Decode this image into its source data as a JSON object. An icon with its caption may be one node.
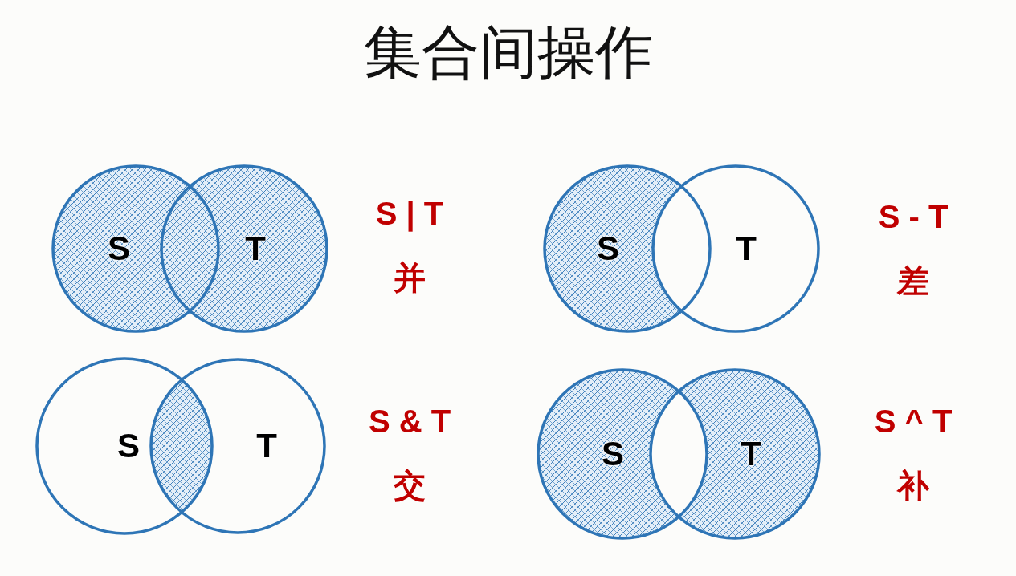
{
  "diagram": {
    "title": "集合间操作",
    "nodes": [
      {
        "text": [
          "S"
        ]
      },
      {
        "text": [
          "T"
        ]
      },
      {
        "text": [
          "S"
        ]
      },
      {
        "text": [
          "T"
        ]
      },
      {
        "text": [
          "S"
        ]
      },
      {
        "text": [
          "T"
        ]
      },
      {
        "text": [
          "S"
        ]
      },
      {
        "text": [
          "T"
        ]
      }
    ],
    "labels": [
      "S | T",
      "并",
      "S - T",
      "差",
      "S & T",
      "交",
      "S ^ T",
      "补"
    ]
  }
}
